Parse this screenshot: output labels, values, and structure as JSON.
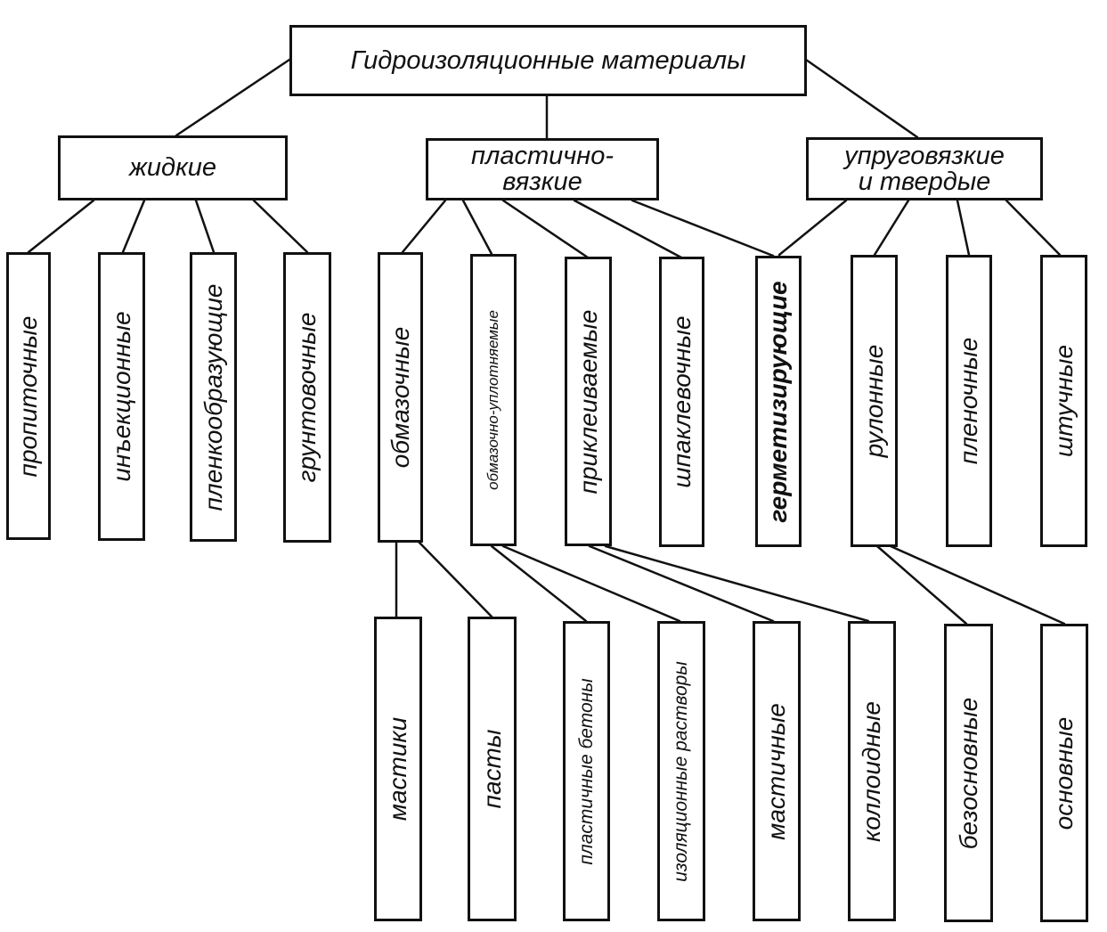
{
  "diagram": {
    "root": {
      "label": "Гидроизоляционные материалы"
    },
    "categories": [
      {
        "label": "жидкие"
      },
      {
        "label_line1": "пластично-",
        "label_line2": "вязкие"
      },
      {
        "label_line1": "упруговязкие",
        "label_line2": "и твердые"
      }
    ],
    "types": [
      {
        "label": "пропиточные"
      },
      {
        "label": "инъекционные"
      },
      {
        "label": "пленкообразующие"
      },
      {
        "label": "грунтовочные"
      },
      {
        "label": "обмазочные"
      },
      {
        "label": "обмазочно-уплотняемые"
      },
      {
        "label": "приклеиваемые"
      },
      {
        "label": "шпаклевочные"
      },
      {
        "label": "герметизирующие"
      },
      {
        "label": "рулонные"
      },
      {
        "label": "пленочные"
      },
      {
        "label": "штучные"
      }
    ],
    "subtypes": [
      {
        "label": "мастики"
      },
      {
        "label": "пасты"
      },
      {
        "label": "пластичные бетоны"
      },
      {
        "label": "изоляционные растворы"
      },
      {
        "label": "мастичные"
      },
      {
        "label": "коллоидные"
      },
      {
        "label": "безосновные"
      },
      {
        "label": "основные"
      }
    ]
  },
  "colors": {
    "ink": "#111111",
    "paper": "#ffffff"
  }
}
